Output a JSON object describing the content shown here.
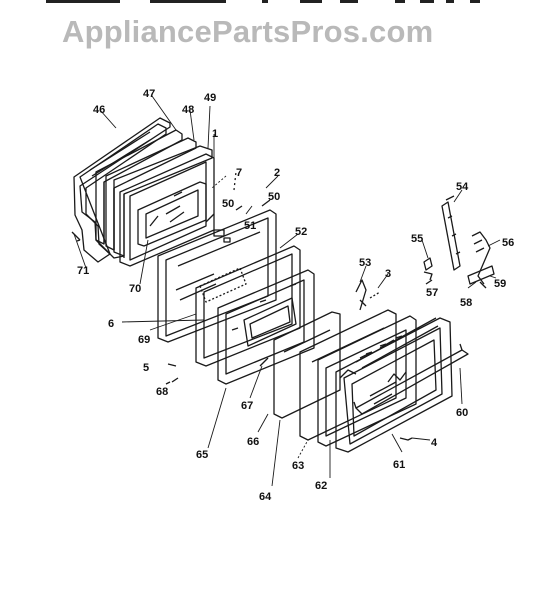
{
  "watermark": "AppliancePartsPros.com",
  "colors": {
    "line": "#1a1a1a",
    "watermark": "#b9b9b9",
    "background": "#ffffff"
  },
  "parts": {
    "p1": "1",
    "p2": "2",
    "p3": "3",
    "p4": "4",
    "p5": "5",
    "p6": "6",
    "p7": "7",
    "p46": "46",
    "p47": "47",
    "p48": "48",
    "p49": "49",
    "p50a": "50",
    "p50b": "50",
    "p51": "51",
    "p52": "52",
    "p53": "53",
    "p54": "54",
    "p55": "55",
    "p56": "56",
    "p57": "57",
    "p58": "58",
    "p59": "59",
    "p60": "60",
    "p61": "61",
    "p62": "62",
    "p63": "63",
    "p64": "64",
    "p65": "65",
    "p66": "66",
    "p67": "67",
    "p68": "68",
    "p69": "69",
    "p70": "70",
    "p71": "71"
  }
}
